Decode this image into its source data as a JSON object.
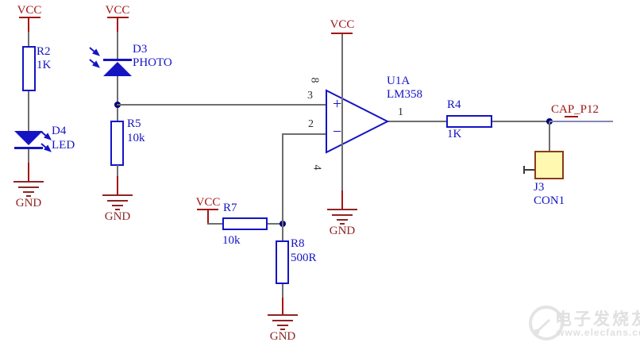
{
  "power": {
    "vcc": "VCC",
    "gnd": "GND"
  },
  "components": {
    "R2": {
      "ref": "R2",
      "value": "1K"
    },
    "D4": {
      "ref": "D4",
      "value": "LED"
    },
    "D3": {
      "ref": "D3",
      "value": "PHOTO"
    },
    "R5": {
      "ref": "R5",
      "value": "10k"
    },
    "R7": {
      "ref": "R7",
      "value": "10k"
    },
    "R8": {
      "ref": "R8",
      "value": "500R"
    },
    "R4": {
      "ref": "R4",
      "value": "1K"
    },
    "U1A": {
      "ref": "U1A",
      "value": "LM358",
      "pin_out": "1",
      "pin_inv": "2",
      "pin_noninv": "3",
      "pin_vneg": "4",
      "pin_vpos": "8",
      "plus": "+",
      "minus": "−"
    },
    "J3": {
      "ref": "J3",
      "value": "CON1"
    }
  },
  "nets": {
    "output": "CAP_P12"
  },
  "watermark": {
    "site_name": "电子发烧友",
    "site_url": "www.elecfans.com"
  },
  "colors": {
    "component_blue": "#1414c4",
    "wire_gray": "#6e6e6e",
    "power_red": "#a21515",
    "ground_red": "#8f2424",
    "net_label_red": "#a01212",
    "net_wire_blue_gray": "#8585b5",
    "junction_blue": "#00007d",
    "pin_text": "#2e2e2e",
    "connector_fill": "#fff8b0",
    "connector_border": "#8a3b1b",
    "watermark_gray": "#e0e0e0"
  }
}
